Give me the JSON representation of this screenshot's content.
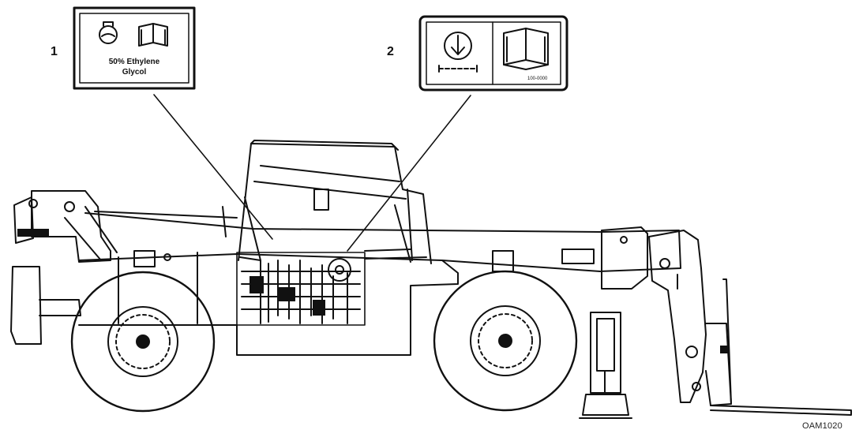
{
  "callouts": [
    {
      "number": "1",
      "decal_text_line1": "50% Ethylene",
      "decal_text_line2": "Glycol",
      "icons": [
        "coolant-bulb-icon",
        "manual-book-icon"
      ]
    },
    {
      "number": "2",
      "part_number": "100-0000",
      "icons": [
        "lower-arrow-icon",
        "manual-book-icon"
      ]
    }
  ],
  "figure_id": "OAM1020",
  "machine": "telehandler-side-view",
  "colors": {
    "line": "#111111",
    "background": "#ffffff"
  }
}
